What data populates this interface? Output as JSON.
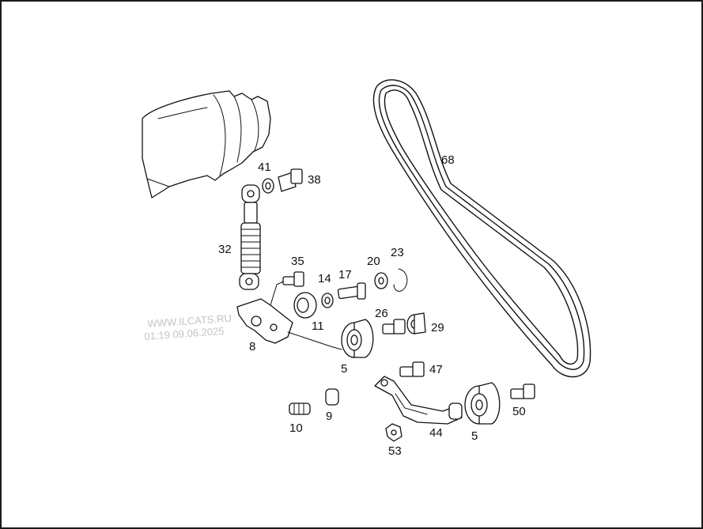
{
  "callouts": {
    "p41": "41",
    "p38": "38",
    "p68": "68",
    "p32": "32",
    "p35": "35",
    "p14": "14",
    "p17": "17",
    "p20": "20",
    "p23": "23",
    "p26": "26",
    "p29": "29",
    "p11": "11",
    "p8": "8",
    "p5a": "5",
    "p47": "47",
    "p50": "50",
    "p10": "10",
    "p9": "9",
    "p44": "44",
    "p5b": "5",
    "p53": "53"
  },
  "watermark": {
    "line1": "WWW.ILCATS.RU",
    "line2": "01:19 09.06.2025"
  },
  "colors": {
    "ink": "#111111",
    "background": "#ffffff",
    "watermark": "#c4c4c4"
  }
}
